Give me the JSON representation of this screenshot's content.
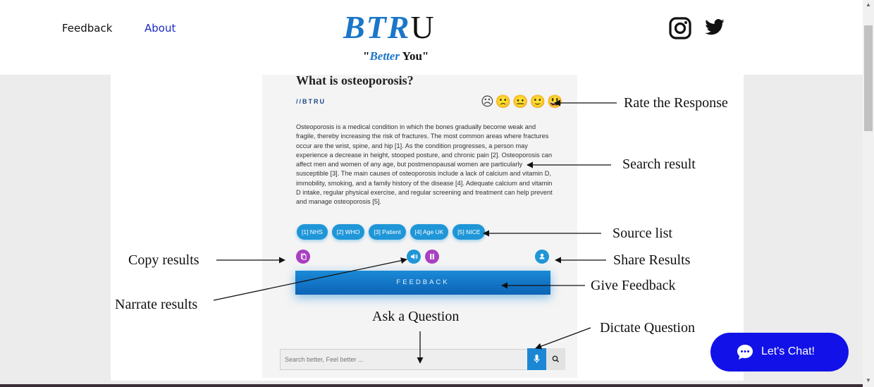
{
  "nav": {
    "feedback": "Feedback",
    "about": "About"
  },
  "logo": {
    "styled": "BTR",
    "plain": "U",
    "tagline_open": "\"",
    "tagline_better": "Better",
    "tagline_rest": " You\""
  },
  "social": {
    "instagram_icon": "instagram-icon",
    "twitter_icon": "twitter-icon"
  },
  "result": {
    "question": "What is osteoporosis?",
    "brand_tag": "//BTRU",
    "rating_faces": [
      "☹",
      "🙁",
      "😐",
      "🙂",
      "😃"
    ],
    "text": "Osteoporosis is a medical condition in which the bones gradually become weak and fragile, thereby increasing the risk of fractures. The most common areas where fractures occur are the wrist, spine, and hip [1]. As the condition progresses, a person may experience a decrease in height, stooped posture, and chronic pain [2]. Osteoporosis can affect men and women of any age, but postmenopausal women are particularly susceptible [3]. The main causes of osteoporosis include a lack of calcium and vitamin D, immobility, smoking, and a family history of the disease [4]. Adequate calcium and vitamin D intake, regular physical exercise, and regular screening and treatment can help prevent and manage osteoporosis [5].",
    "sources": [
      "[1] NHS",
      "[2] WHO",
      "[3] Patient",
      "[4] Age UK",
      "[5] NICE"
    ],
    "feedback_button": "FEEDBACK"
  },
  "search": {
    "placeholder": "Search better, Feel better ..."
  },
  "annotations": {
    "rate": "Rate the Response",
    "search_result": "Search result",
    "source_list": "Source list",
    "copy": "Copy results",
    "share": "Share Results",
    "narrate": "Narrate results",
    "give_feedback": "Give Feedback",
    "ask": "Ask a Question",
    "dictate": "Dictate Question"
  },
  "chat": {
    "label": "Let's Chat!"
  },
  "colors": {
    "brand_blue": "#1b76c9",
    "chip_blue": "#1f96d8",
    "purple": "#a83fc2",
    "chat_blue": "#1212e8"
  }
}
